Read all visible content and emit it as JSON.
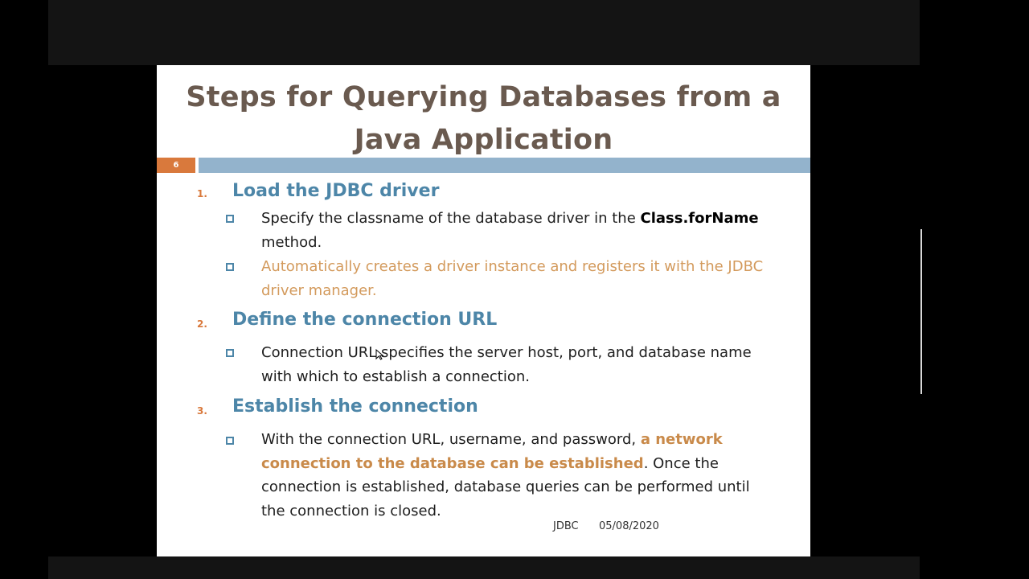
{
  "slide": {
    "title_line1": "Steps for Querying Databases from a",
    "title_line2": "Java Application",
    "slide_number": "6",
    "steps": [
      {
        "number": "1.",
        "heading": "Load the JDBC driver",
        "bullets": [
          {
            "text_before": "Specify the classname of the database driver in the ",
            "bold": "Class.forName",
            "text_after": " method."
          },
          {
            "text": "Automatically creates a driver instance and registers it with the JDBC driver manager."
          }
        ]
      },
      {
        "number": "2.",
        "heading": "Define the connection URL",
        "bullets": [
          {
            "text": "Connection URL specifies the server host, port, and database name with which to establish a connection."
          }
        ]
      },
      {
        "number": "3.",
        "heading": "Establish the connection",
        "bullets": [
          {
            "text_before": "With the connection URL, username, and password, ",
            "emphasis": "a network connection to the database can be established",
            "text_after": ".  Once the connection is established, database queries can be performed until the connection is closed."
          }
        ]
      }
    ],
    "footer_left": "JDBC",
    "footer_right": "05/08/2020"
  },
  "colors": {
    "title": "#6a5a4f",
    "heading": "#4d86a8",
    "accent_orange": "#d9793c",
    "title_bar": "#93b3cc",
    "muted_orange_text": "#d39a5c"
  }
}
